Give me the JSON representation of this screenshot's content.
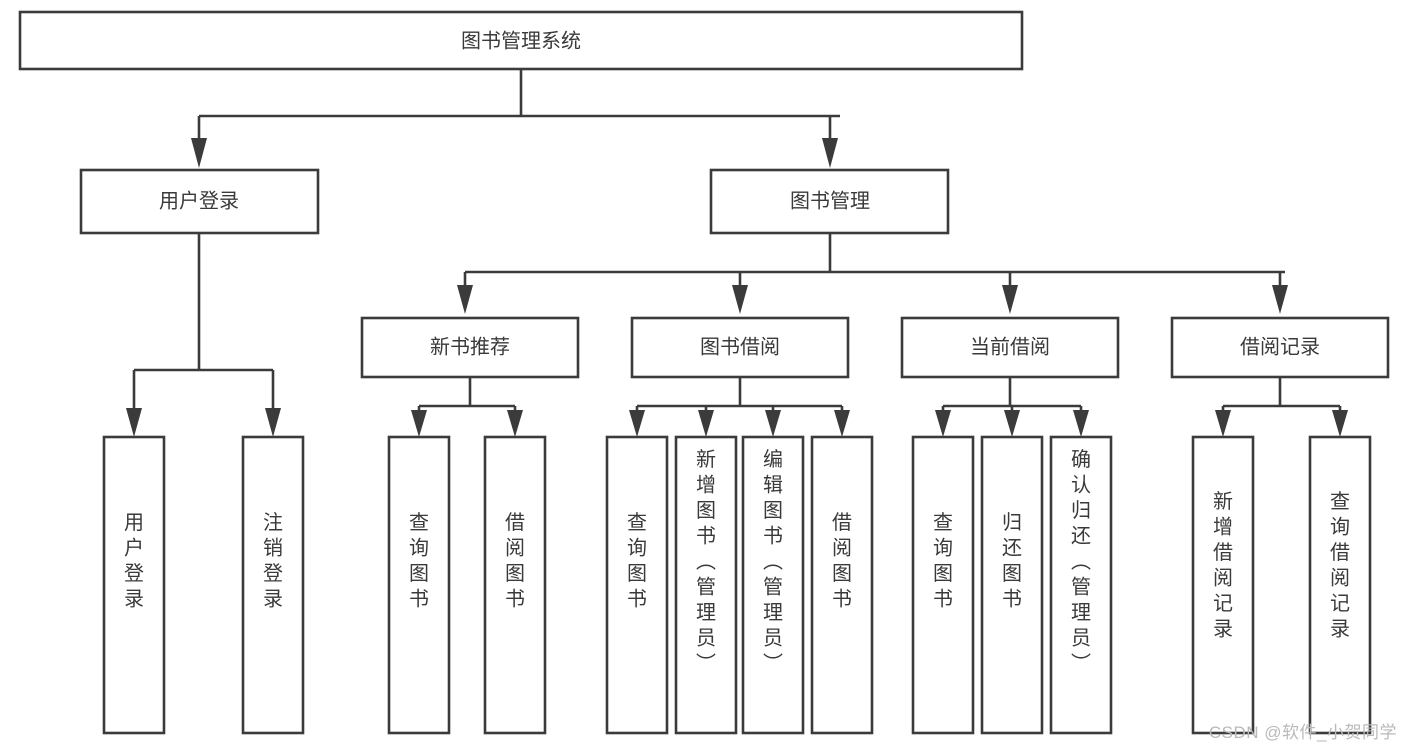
{
  "diagram": {
    "type": "tree-hierarchy",
    "title": "图书管理系统",
    "watermark": "CSDN @软件_小贺同学",
    "colors": {
      "stroke": "#3b3b3b",
      "box_fill": "#ffffff",
      "text": "#3a3a3a",
      "background": "#ffffff",
      "watermark": "#b9b9b9"
    },
    "levels": {
      "root": [
        {
          "id": "root",
          "label": "图书管理系统",
          "orientation": "horizontal"
        }
      ],
      "level2": [
        {
          "id": "user-login",
          "label": "用户登录",
          "orientation": "horizontal"
        },
        {
          "id": "book-manage",
          "label": "图书管理",
          "orientation": "horizontal"
        }
      ],
      "level3": [
        {
          "id": "new-book-rec",
          "label": "新书推荐",
          "orientation": "horizontal",
          "parent": "book-manage"
        },
        {
          "id": "book-borrow",
          "label": "图书借阅",
          "orientation": "horizontal",
          "parent": "book-manage"
        },
        {
          "id": "current-borrow",
          "label": "当前借阅",
          "orientation": "horizontal",
          "parent": "book-manage"
        },
        {
          "id": "borrow-record",
          "label": "借阅记录",
          "orientation": "horizontal",
          "parent": "book-manage"
        }
      ],
      "leaves": [
        {
          "id": "leaf-user-login",
          "label": "用户登录",
          "orientation": "vertical",
          "parent": "user-login"
        },
        {
          "id": "leaf-user-logout",
          "label": "注销登录",
          "orientation": "vertical",
          "parent": "user-login"
        },
        {
          "id": "leaf-query-book-1",
          "label": "查询图书",
          "orientation": "vertical",
          "parent": "new-book-rec"
        },
        {
          "id": "leaf-borrow-book-1",
          "label": "借阅图书",
          "orientation": "vertical",
          "parent": "new-book-rec"
        },
        {
          "id": "leaf-query-book-2",
          "label": "查询图书",
          "orientation": "vertical",
          "parent": "book-borrow"
        },
        {
          "id": "leaf-add-book",
          "label": "新增图书（管理员）",
          "orientation": "vertical",
          "parent": "book-borrow"
        },
        {
          "id": "leaf-edit-book",
          "label": "编辑图书（管理员）",
          "orientation": "vertical",
          "parent": "book-borrow"
        },
        {
          "id": "leaf-borrow-book-2",
          "label": "借阅图书",
          "orientation": "vertical",
          "parent": "book-borrow"
        },
        {
          "id": "leaf-query-book-3",
          "label": "查询图书",
          "orientation": "vertical",
          "parent": "current-borrow"
        },
        {
          "id": "leaf-return-book",
          "label": "归还图书",
          "orientation": "vertical",
          "parent": "current-borrow"
        },
        {
          "id": "leaf-confirm-return",
          "label": "确认归还（管理员）",
          "orientation": "vertical",
          "parent": "current-borrow"
        },
        {
          "id": "leaf-add-record",
          "label": "新增借阅记录",
          "orientation": "vertical",
          "parent": "borrow-record"
        },
        {
          "id": "leaf-query-record",
          "label": "查询借阅记录",
          "orientation": "vertical",
          "parent": "borrow-record"
        }
      ]
    }
  }
}
